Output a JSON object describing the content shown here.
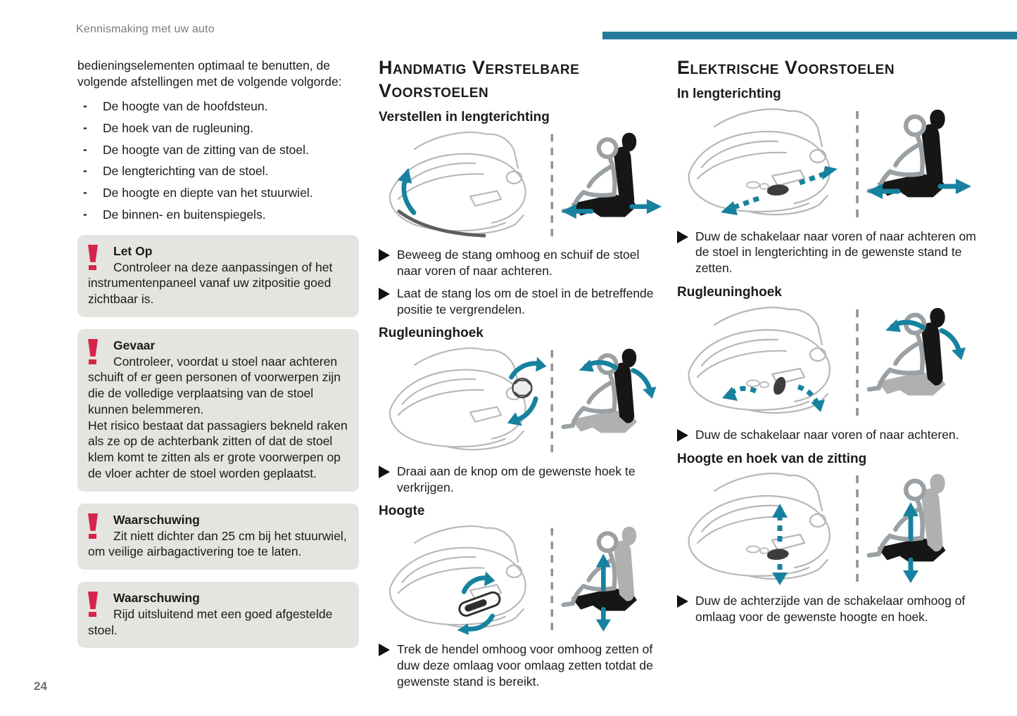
{
  "page": {
    "header": "Kennismaking met uw auto",
    "page_number": "24",
    "accent_color": "#267d9b",
    "warning_color": "#d6244a",
    "notice_background": "#e4e4e0",
    "arrow_color": "#17829f"
  },
  "intro": {
    "text": "bedieningselementen optimaal te benutten, de volgende afstellingen met de volgende volgorde:",
    "items": [
      "De hoogte van de hoofdsteun.",
      "De hoek van de rugleuning.",
      "De hoogte van de zitting van de stoel.",
      "De lengterichting van de stoel.",
      "De hoogte en diepte van het stuurwiel.",
      "De binnen- en buitenspiegels."
    ]
  },
  "notices": [
    {
      "icon": "warning-exclamation-icon",
      "title": "Let Op",
      "text": "Controleer na deze aanpassingen of het instrumentenpaneel vanaf uw zitpositie goed zichtbaar is."
    },
    {
      "icon": "warning-exclamation-icon",
      "title": "Gevaar",
      "text": "Controleer, voordat u stoel naar achteren schuift of er geen personen of voorwerpen zijn die de volledige verplaatsing van de stoel kunnen belemmeren.\nHet risico bestaat dat passagiers bekneld raken als ze op de achterbank zitten of dat de stoel klem komt te zitten als er grote voorwerpen op de vloer achter de stoel worden geplaatst."
    },
    {
      "icon": "warning-exclamation-icon",
      "title": "Waarschuwing",
      "text": "Zit niett dichter dan 25 cm bij het stuurwiel, om veilige airbagactivering toe te laten."
    },
    {
      "icon": "warning-exclamation-icon",
      "title": "Waarschuwing",
      "text": "Rijd uitsluitend met een goed afgestelde stoel."
    }
  ],
  "manual": {
    "title": "Handmatig Verstelbare Voorstoelen",
    "sections": [
      {
        "heading": "Verstellen in lengterichting",
        "illustration": "manual-seat-length-adjust-diagram",
        "bullets": [
          "Beweeg de stang omhoog en schuif de stoel naar voren of naar achteren.",
          "Laat de stang los om de stoel in de betreffende positie te vergrendelen."
        ]
      },
      {
        "heading": "Rugleuninghoek",
        "illustration": "manual-seat-backrest-angle-diagram",
        "bullets": [
          "Draai aan de knop om de gewenste hoek te verkrijgen."
        ]
      },
      {
        "heading": "Hoogte",
        "illustration": "manual-seat-height-diagram",
        "bullets": [
          "Trek de hendel omhoog voor omhoog zetten of duw deze omlaag voor omlaag zetten totdat de gewenste stand is bereikt."
        ]
      }
    ]
  },
  "electric": {
    "title": "Elektrische Voorstoelen",
    "sections": [
      {
        "heading": "In lengterichting",
        "illustration": "electric-seat-length-adjust-diagram",
        "bullets": [
          "Duw de schakelaar naar voren of naar achteren om de stoel in lengterichting in de gewenste stand te zetten."
        ]
      },
      {
        "heading": "Rugleuninghoek",
        "illustration": "electric-seat-backrest-angle-diagram",
        "bullets": [
          "Duw de schakelaar naar voren of naar achteren."
        ]
      },
      {
        "heading": "Hoogte en hoek van de zitting",
        "illustration": "electric-seat-height-tilt-diagram",
        "bullets": [
          "Duw de achterzijde van de schakelaar omhoog of omlaag voor de gewenste hoogte en hoek."
        ]
      }
    ]
  }
}
